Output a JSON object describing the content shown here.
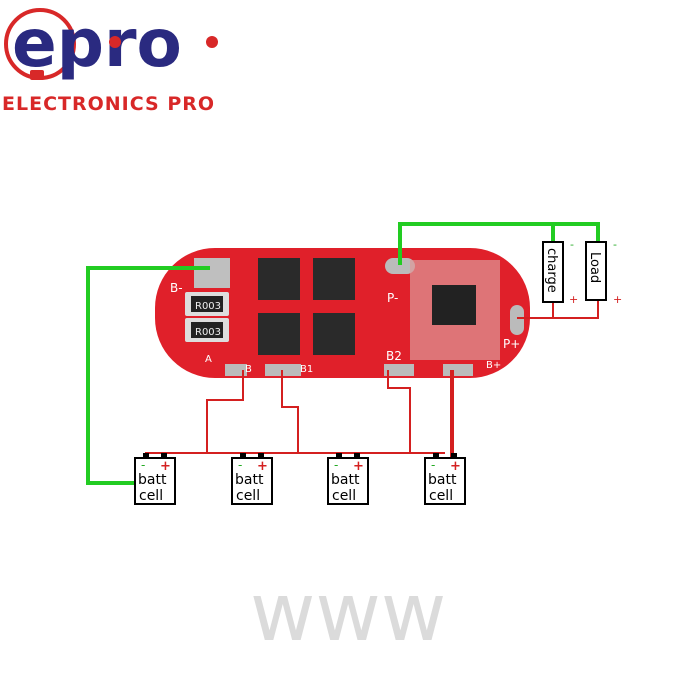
{
  "logo": {
    "mark": "epro",
    "tagline": "ELECTRONICS PRO"
  },
  "watermark": "www",
  "board": {
    "pad_labels": {
      "b_minus": "B-",
      "a": "A",
      "b": "B",
      "b1": "B1",
      "b2": "B2",
      "b_plus": "B+",
      "p_minus": "P-",
      "p_plus": "P+"
    },
    "resistors": [
      "R003",
      "R003"
    ]
  },
  "terminals": {
    "charge": {
      "label": "charge",
      "minus": "-",
      "plus": "+"
    },
    "load": {
      "label": "Load",
      "minus": "-",
      "plus": "+"
    }
  },
  "cells": [
    {
      "line1": "batt",
      "line2": "cell",
      "minus": "-",
      "plus": "+"
    },
    {
      "line1": "batt",
      "line2": "cell",
      "minus": "-",
      "plus": "+"
    },
    {
      "line1": "batt",
      "line2": "cell",
      "minus": "-",
      "plus": "+"
    },
    {
      "line1": "batt",
      "line2": "cell",
      "minus": "-",
      "plus": "+"
    }
  ],
  "colors": {
    "board": "#e0202a",
    "negative_wire": "#22cc22",
    "positive_wire": "#d42020",
    "logo_blue": "#2a2a80",
    "logo_red": "#d82828"
  }
}
